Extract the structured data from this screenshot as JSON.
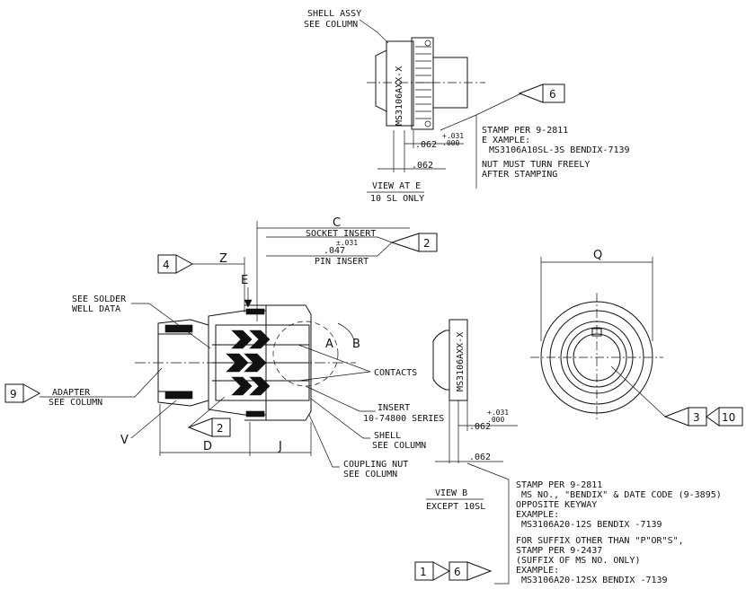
{
  "top_view": {
    "shell_assy": [
      "SHELL ASSY",
      "SEE COLUMN"
    ],
    "stamp_text": "MS3106AXX-X",
    "tolerance": [
      "+.031",
      ".000"
    ],
    "dim_062_a": ".062",
    "dim_062_b": ".062",
    "flag_6": "6",
    "stamp_note": [
      "STAMP PER 9-2811",
      "E XAMPLE:",
      "MS3106A10SL-3S BENDIX-7139"
    ],
    "nut_note": [
      "NUT MUST TURN FREELY",
      "AFTER STAMPING"
    ],
    "view_title": [
      "VIEW AT E",
      "10 SL ONLY"
    ]
  },
  "main_view": {
    "dim_c": "C",
    "socket_insert": "SOCKET INSERT",
    "tol_031": "±.031",
    "dim_047": ".047",
    "pin_insert": "PIN INSERT",
    "flag_2_top": "2",
    "flag_4": "4",
    "dim_z": "Z",
    "label_e": "E",
    "solder_well": [
      "SEE SOLDER",
      "WELL DATA"
    ],
    "label_a": "A",
    "label_b": "B",
    "contacts": "CONTACTS",
    "insert_note": [
      "INSERT",
      "10-74800 SERIES"
    ],
    "shell_note": [
      "SHELL",
      "SEE COLUMN"
    ],
    "coupling_nut": [
      "COUPLING NUT",
      "SEE COLUMN"
    ],
    "flag_9": "9",
    "adapter": [
      "ADAPTER",
      "SEE COLUMN"
    ],
    "flag_2_low": "2",
    "label_v": "V",
    "dim_d": "D",
    "dim_j": "J"
  },
  "view_b": {
    "stamp_text": "MS3106AXX-X",
    "tolerance": [
      "+.031",
      ".000"
    ],
    "dim_062_a": ".062",
    "dim_062_b": ".062",
    "title": [
      "VIEW  B",
      "EXCEPT 10SL"
    ],
    "stamp_note": [
      "STAMP PER 9-2811",
      "MS NO., \"BENDIX\" & DATE CODE (9-3895)",
      "OPPOSITE KEYWAY",
      "EXAMPLE:",
      "MS3106A20-12S BENDIX -7139"
    ],
    "suffix_note": [
      "FOR SUFFIX OTHER THAN \"P\"OR\"S\",",
      "STAMP PER 9-2437",
      "(SUFFIX OF MS NO. ONLY)",
      "EXAMPLE:",
      "MS3106A20-12SX BENDIX -7139"
    ],
    "flag_1": "1",
    "flag_6": "6"
  },
  "end_view": {
    "dim_q": "Q",
    "flag_3": "3",
    "flag_10": "10"
  }
}
